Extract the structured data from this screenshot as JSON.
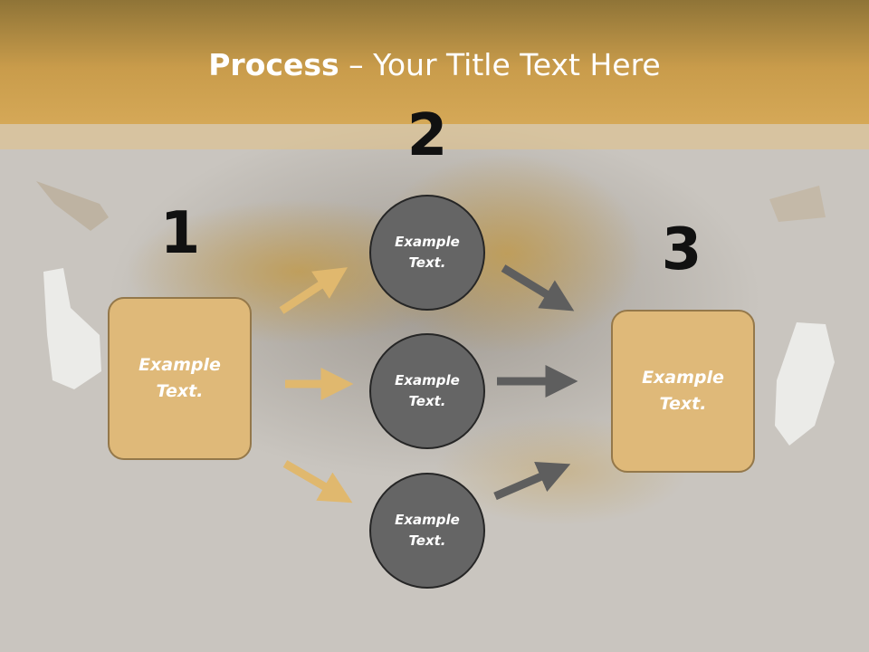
{
  "slide": {
    "title_bold": "Process",
    "title_rest": " – Your Title Text Here"
  },
  "steps": {
    "step1_number": "1",
    "step2_number": "2",
    "step3_number": "3"
  },
  "left_box": {
    "text": "Example\nText."
  },
  "right_box": {
    "text": "Example\nText."
  },
  "circles": [
    {
      "text": "Example\nText."
    },
    {
      "text": "Example\nText."
    },
    {
      "text": "Example\nText."
    }
  ],
  "colors": {
    "accent_gold": "#dfb979",
    "circle_gray": "#656565",
    "arrow_gold": "#e0b86e",
    "arrow_gray": "#5e5e5e"
  }
}
